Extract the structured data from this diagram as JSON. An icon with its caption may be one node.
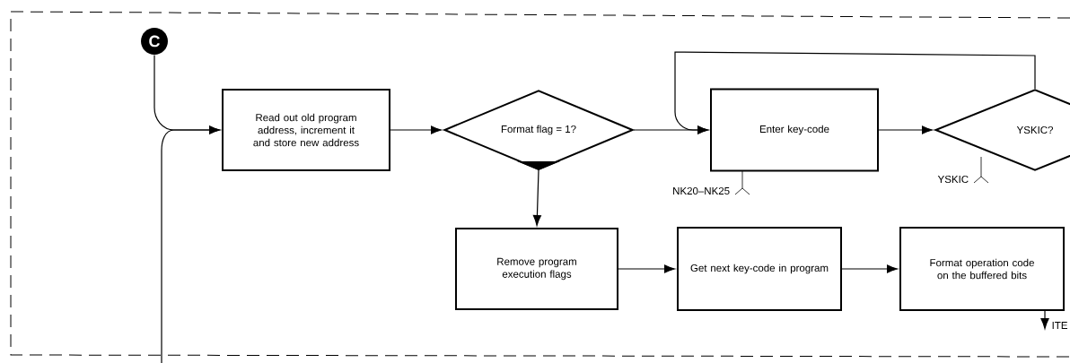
{
  "diagram": {
    "nodes": [
      {
        "text": [
          "C"
        ]
      },
      {
        "text": [
          "Read out old program address, increment it and store new address"
        ]
      },
      {
        "text": [
          "Format flag = 1?"
        ]
      },
      {
        "text": [
          "Enter key-code"
        ],
        "beside": [
          "NK20–NK25"
        ]
      },
      {
        "text": [
          "YSKIC?"
        ],
        "beside": [
          "YSKIC"
        ]
      },
      {
        "text": [
          "Remove program execution flags"
        ]
      },
      {
        "text": [
          "Get next key-code in program"
        ]
      },
      {
        "text": [
          "Format operation code on the buffered bits"
        ]
      }
    ],
    "edges": [
      {
        "from": 0,
        "to": 1,
        "arrow": "to"
      },
      {
        "from": null,
        "to": 1,
        "arrow": "to"
      },
      {
        "from": 1,
        "to": 2,
        "arrow": "to"
      },
      {
        "from": 2,
        "to": 3,
        "arrow": "to"
      },
      {
        "from": 3,
        "to": 4,
        "arrow": "to"
      },
      {
        "from": 4,
        "to": 3,
        "arrow": "to"
      },
      {
        "from": 2,
        "to": 5,
        "arrow": "to"
      },
      {
        "from": 5,
        "to": 6,
        "arrow": "to"
      },
      {
        "from": 6,
        "to": 7,
        "arrow": "to"
      },
      {
        "from": 7,
        "to": null,
        "arrow": "to",
        "label": "ITE"
      }
    ]
  }
}
